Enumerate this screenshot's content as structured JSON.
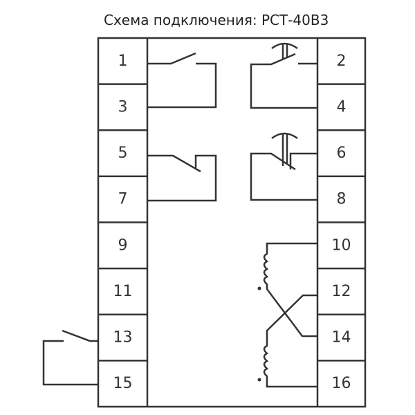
{
  "title": "Схема подключения: РСТ-40В3",
  "terminals_left": [
    "1",
    "3",
    "5",
    "7",
    "9",
    "11",
    "13",
    "15"
  ],
  "terminals_right": [
    "2",
    "4",
    "6",
    "8",
    "10",
    "12",
    "14",
    "16"
  ],
  "colors": {
    "line": "#333333",
    "background": "#ffffff"
  }
}
